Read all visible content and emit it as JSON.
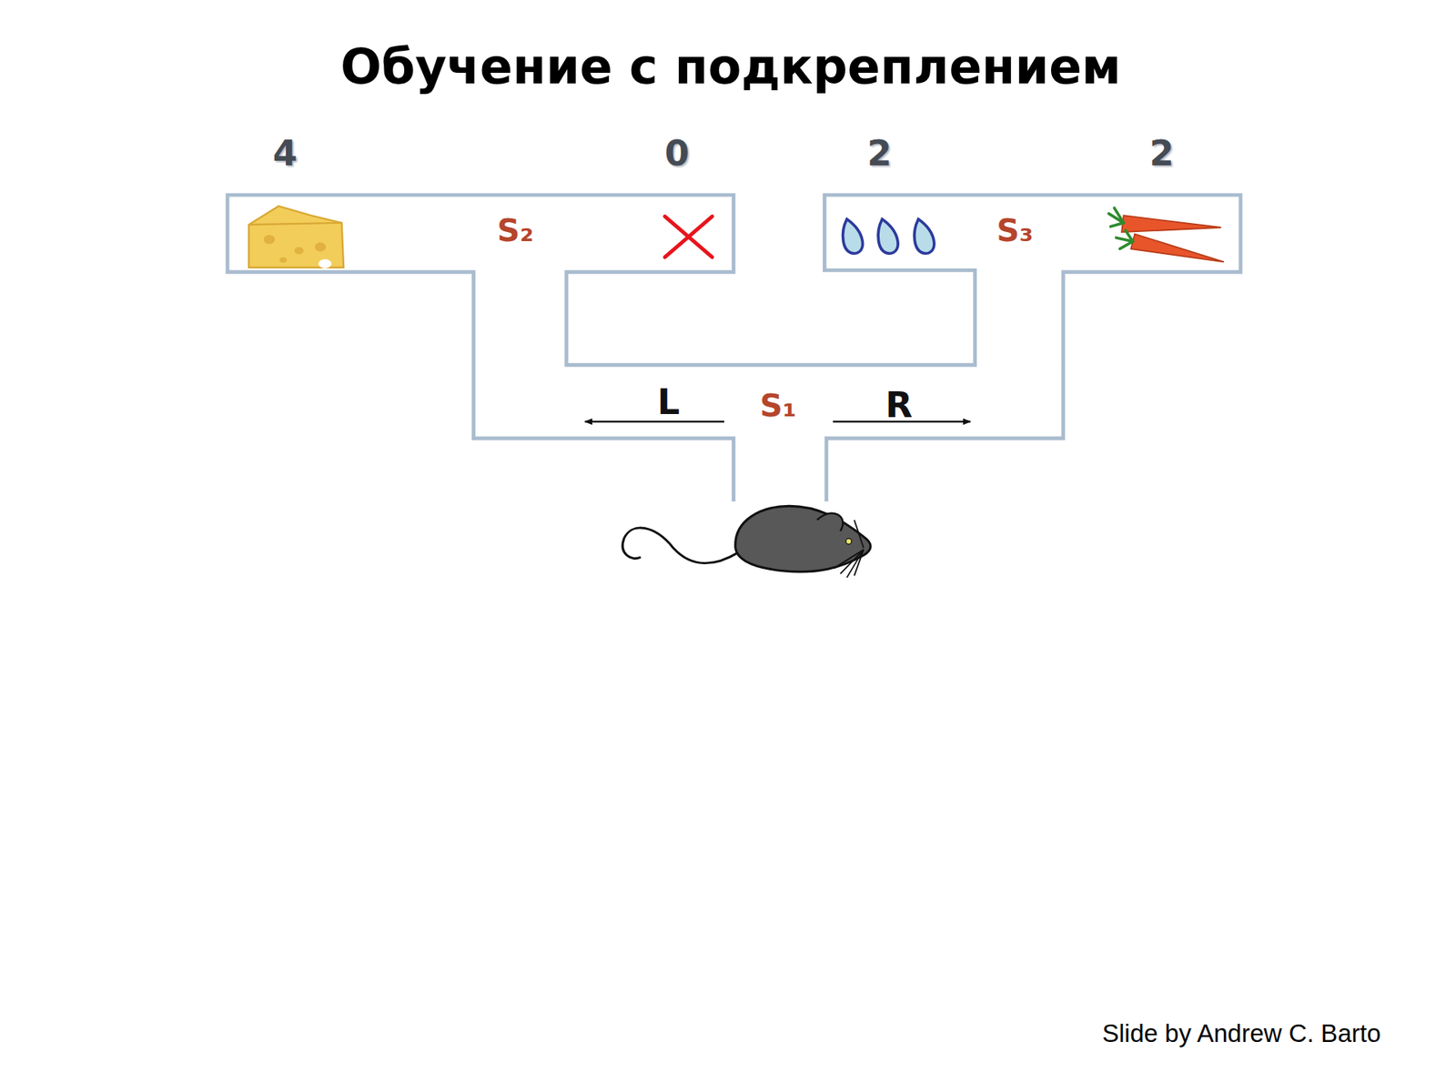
{
  "diagram": {
    "title": "Обучение с подкреплением",
    "caption": "Slide by Andrew C. Barto",
    "labels": [
      "4",
      "0",
      "2",
      "2",
      "S₂",
      "S₃",
      "S₁",
      "L",
      "R"
    ]
  }
}
